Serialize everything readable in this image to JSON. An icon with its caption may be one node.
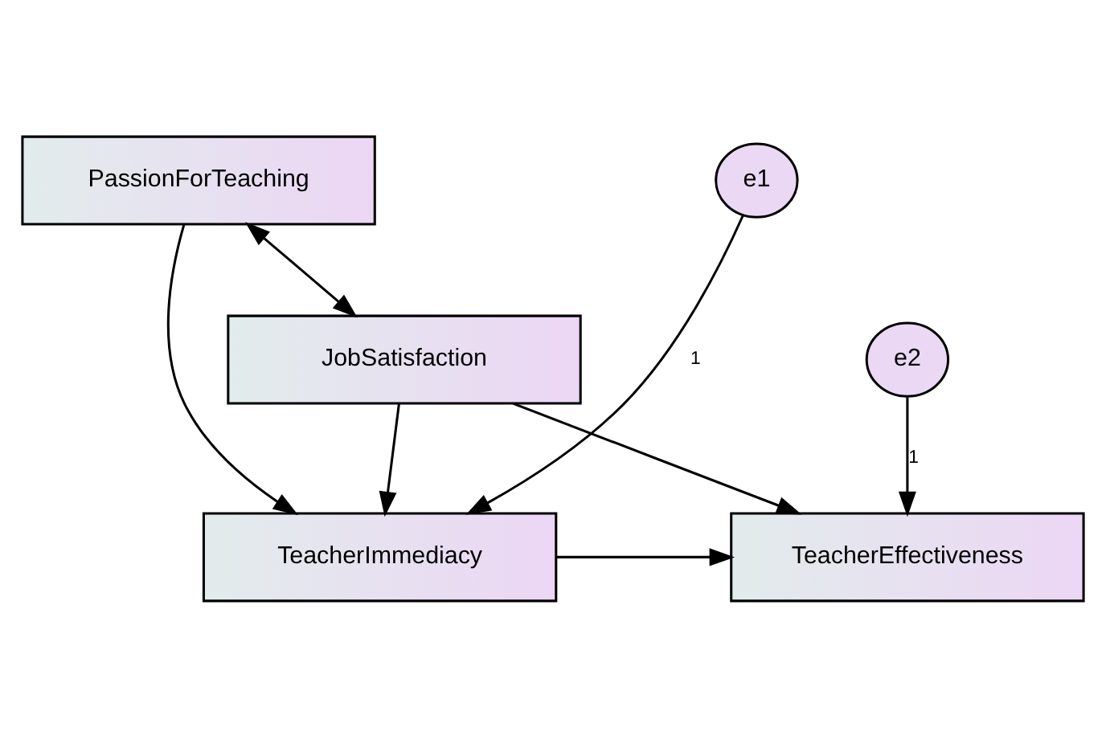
{
  "diagram": {
    "nodes": [
      {
        "text": [
          "PassionForTeaching"
        ]
      },
      {
        "text": [
          "TeacherImmediacy"
        ]
      },
      {
        "text": [
          "TeacherEffectiveness"
        ]
      },
      {
        "text": [
          "e1"
        ]
      },
      {
        "text": [
          "e2"
        ]
      },
      {
        "text": [
          "JobSatisfaction"
        ]
      }
    ],
    "edges": [
      {
        "from": 0,
        "to": 1,
        "arrow": "to"
      },
      {
        "from": 3,
        "to": 1,
        "arrow": "to",
        "label": "1"
      },
      {
        "from": 1,
        "to": 2,
        "arrow": "to"
      },
      {
        "from": 4,
        "to": 2,
        "arrow": "to",
        "label": "1"
      },
      {
        "from": 5,
        "to": 1,
        "arrow": "to"
      },
      {
        "from": 5,
        "to": 2,
        "arrow": "to"
      },
      {
        "from": 0,
        "to": 5,
        "arrow": "both"
      }
    ]
  }
}
